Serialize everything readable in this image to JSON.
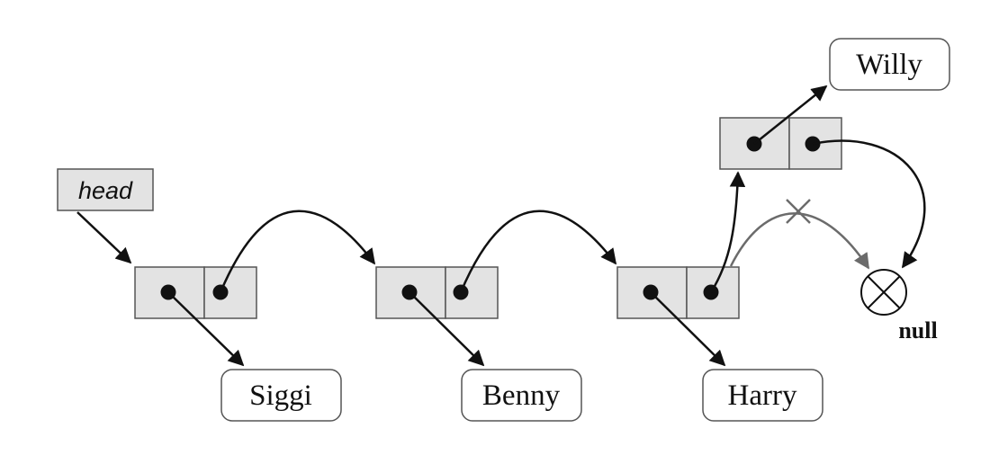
{
  "head_label": "head",
  "null_label": "null",
  "nodes": [
    {
      "id": "siggi",
      "value": "Siggi"
    },
    {
      "id": "benny",
      "value": "Benny"
    },
    {
      "id": "harry",
      "value": "Harry"
    },
    {
      "id": "willy",
      "value": "Willy"
    }
  ],
  "colors": {
    "cell_fill": "#e3e3e3",
    "outline": "#555555",
    "pointer": "#111111",
    "removed_pointer": "#6b6b6b"
  }
}
